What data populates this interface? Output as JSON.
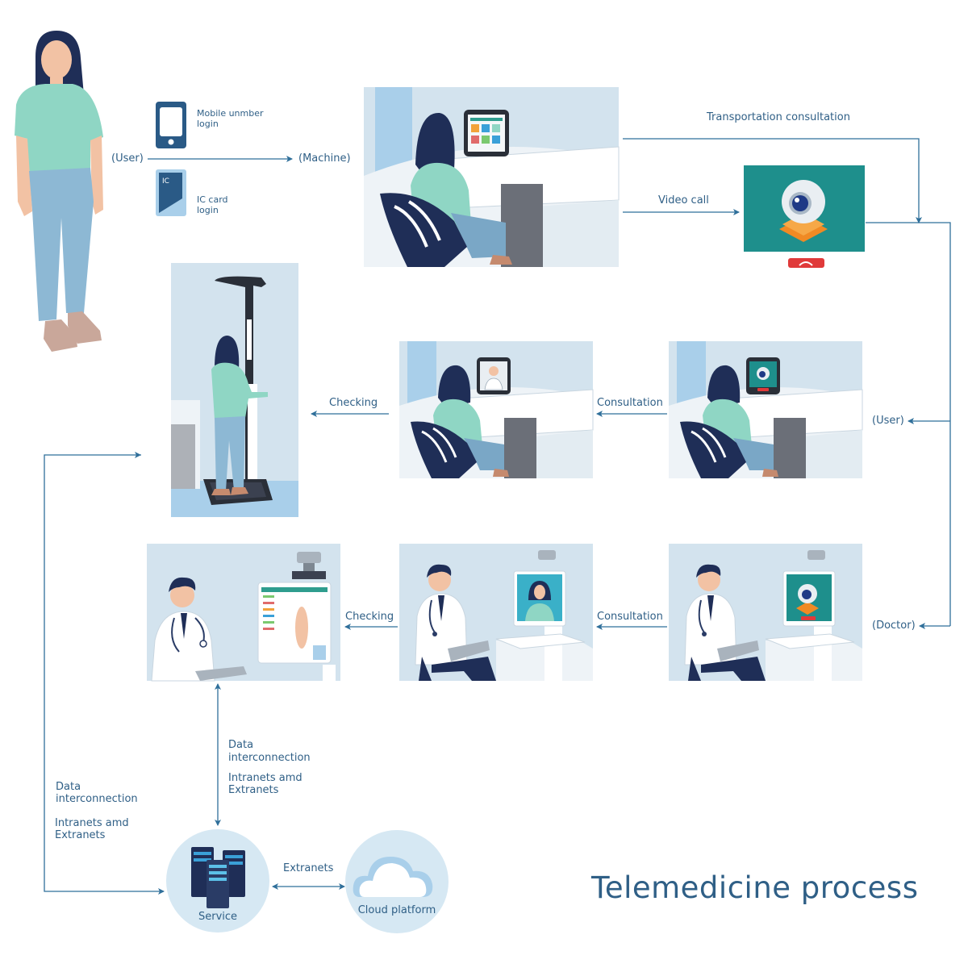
{
  "title": "Telemedicine process",
  "labels": {
    "user_top": "(User)",
    "machine": "(Machine)",
    "mobile_login": [
      "Mobile unmber",
      "login"
    ],
    "ic_login": [
      "IC card",
      "login"
    ],
    "ic_badge": "IC",
    "transport": "Transportation consultation",
    "video_call": "Video call",
    "user_right": "(User)",
    "doctor_right": "(Doctor)",
    "checking_top": "Checking",
    "consultation_top": "Consultation",
    "checking_bottom": "Checking",
    "consultation_bottom": "Consultation",
    "data_mid": [
      "Data",
      "interconnection"
    ],
    "intranet_mid": [
      "Intranets amd",
      "Extranets"
    ],
    "data_left": [
      "Data",
      "interconnection"
    ],
    "intranet_left": [
      "Intranets amd",
      "Extranets"
    ],
    "extranets": "Extranets",
    "service": "Service",
    "cloud": "Cloud platform"
  },
  "colors": {
    "line": "#2f6f9a",
    "text": "#2f5f86",
    "panel": "#d3e3ee",
    "teal_screen": "#1e8f8c",
    "navy": "#1f2e57",
    "mint": "#8fd6c4",
    "jeans": "#8db8d4",
    "skin": "#f2c2a4",
    "cloud_circle": "#d6e8f3"
  },
  "icons": [
    "phone-icon",
    "ic-card-icon",
    "webcam-icon",
    "hangup-icon",
    "server-icon",
    "cloud-icon"
  ]
}
